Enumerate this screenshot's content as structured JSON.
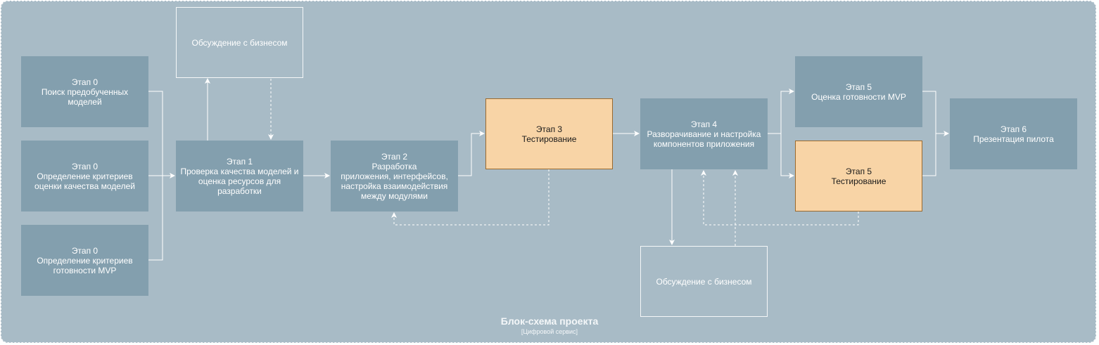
{
  "diagram": {
    "title": "Блок-схема проекта",
    "subtitle": "[Цифровой сервис]",
    "nodes": {
      "stage0_search": "Этап 0\nПоиск предобученных моделей",
      "stage0_quality": "Этап 0\nОпределение критериев\nоценки качества моделей",
      "stage0_mvp": "Этап 0\nОпределение критериев\nготовности MVP",
      "discuss_top": "Обсуждение с бизнесом",
      "stage1": "Этап 1\nПроверка качества моделей и\nоценка ресурсов для\nразработки",
      "stage2": "Этап 2\nРазработка\nприложения, интерфейсов,\nнастройка взаимодействия\nмежду модулями",
      "stage3": "Этап 3\nТестирование",
      "stage4": "Этап 4\nРазворачивание и настройка\nкомпонентов приложения",
      "discuss_bottom": "Обсуждение с бизнесом",
      "stage5_mvp": "Этап 5\nОценка готовности MVP",
      "stage5_test": "Этап 5\nТестирование",
      "stage6": "Этап 6\nПрезентация пилота"
    },
    "colors": {
      "background": "#a8bbc6",
      "node_fill": "#839fae",
      "testing_fill": "#f8d4a6",
      "testing_border": "#9b6a2d",
      "edge": "#ffffff"
    }
  }
}
